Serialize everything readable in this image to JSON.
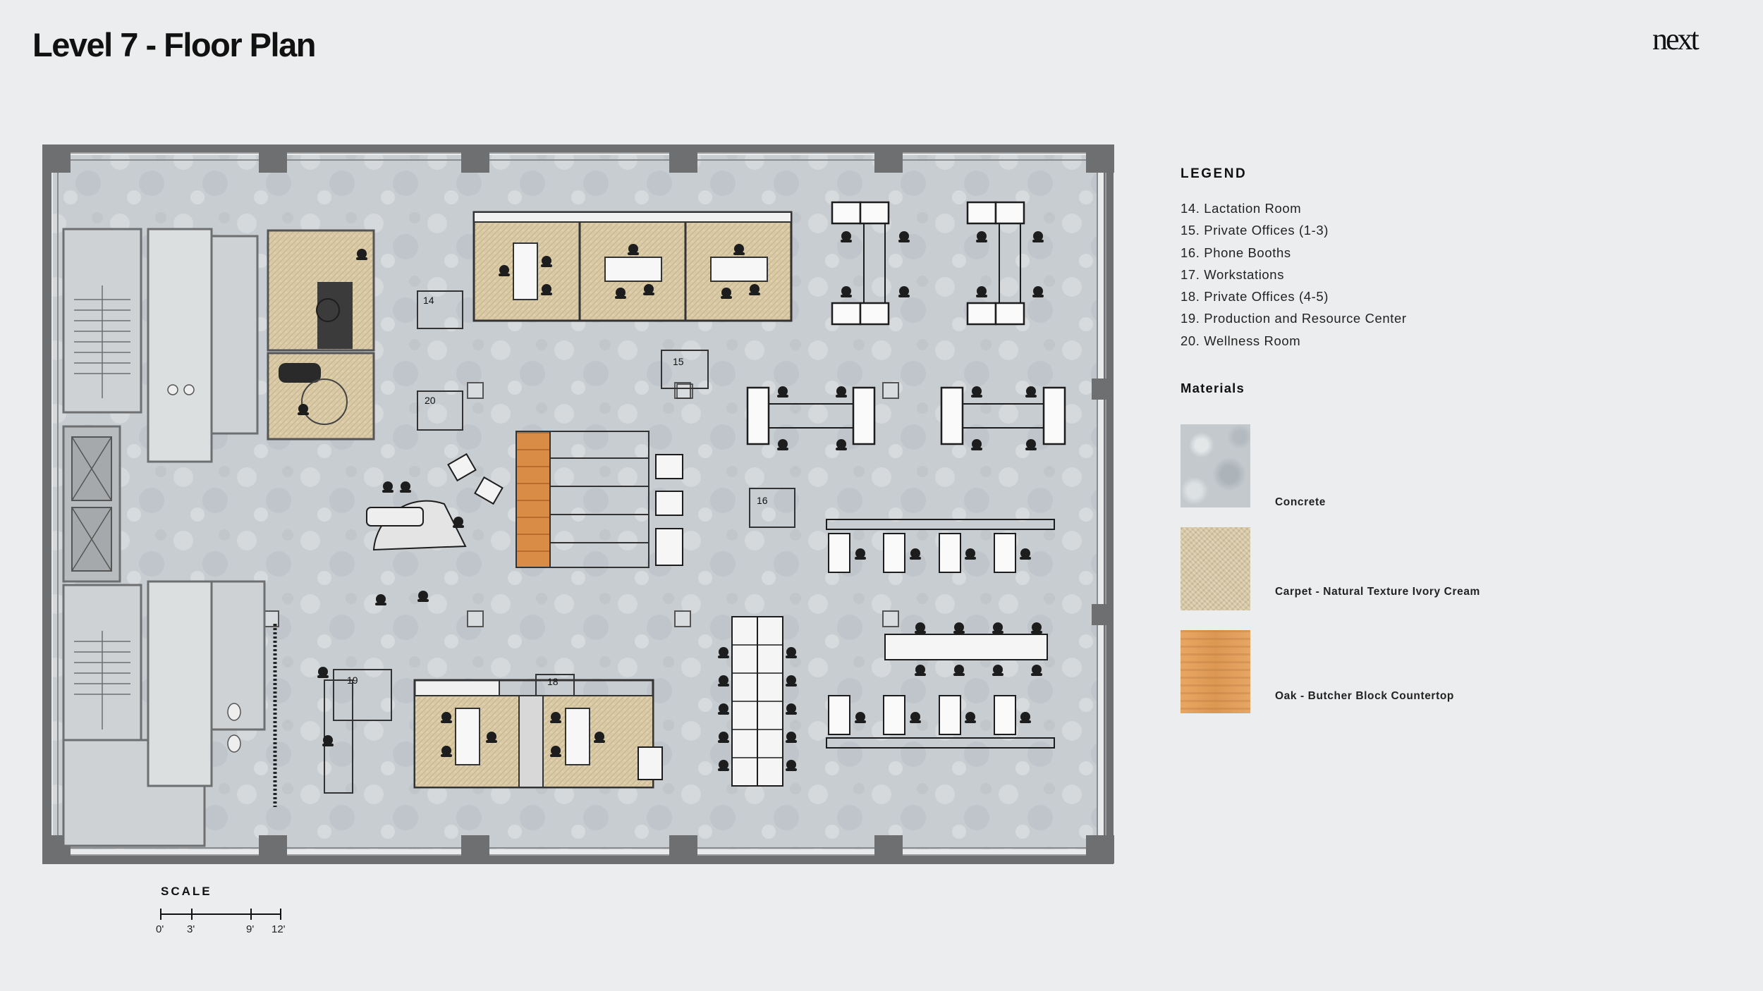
{
  "header": {
    "title": "Level 7 - Floor Plan",
    "brand": "next"
  },
  "plan": {
    "rooms": [
      {
        "number": "14"
      },
      {
        "number": "15"
      },
      {
        "number": "16"
      },
      {
        "number": "18"
      },
      {
        "number": "19"
      },
      {
        "number": "20"
      }
    ]
  },
  "legend": {
    "title": "LEGEND",
    "items": [
      "14. Lactation Room",
      "15.  Private Offices (1-3)",
      "16. Phone Booths",
      "17.  Workstations",
      "18. Private Offices (4-5)",
      "19.  Production and Resource Center",
      "20. Wellness Room"
    ]
  },
  "materials": {
    "title": "Materials",
    "items": [
      {
        "label": "Concrete",
        "color": "#c3c9cd"
      },
      {
        "label": "Carpet - Natural Texture Ivory Cream",
        "color": "#d6c7a4"
      },
      {
        "label": "Oak - Butcher Block Countertop",
        "color": "#e0a05c"
      }
    ]
  },
  "scale": {
    "title": "SCALE",
    "ticks": [
      "0'",
      "3'",
      "9'",
      "12'"
    ]
  },
  "colors": {
    "wall": "#6d6f71",
    "concrete": "#c8cdd1",
    "carpet": "#d9c9a5",
    "oak": "#d98c45",
    "furniture": "#1d1d1d"
  }
}
